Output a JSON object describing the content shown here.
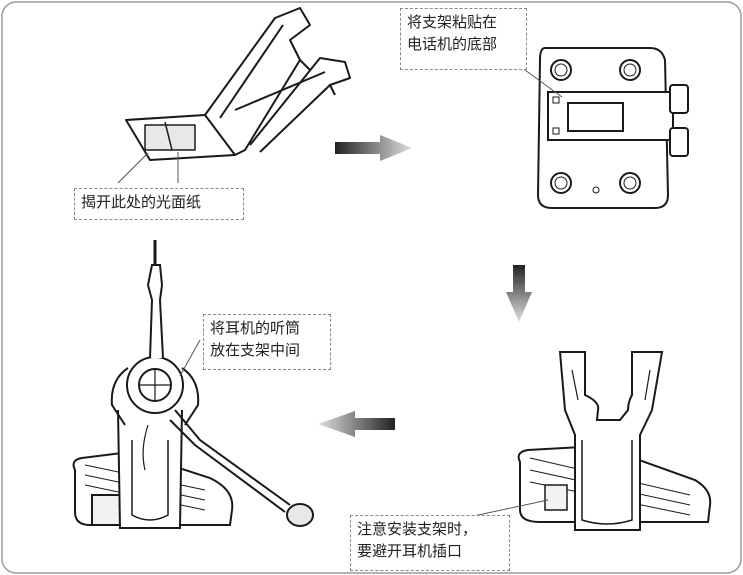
{
  "callouts": {
    "peel_paper": "揭开此处的光面纸",
    "stick_bracket": {
      "line1": "将支架粘贴在",
      "line2": "电话机的底部"
    },
    "place_handset": {
      "line1": "将耳机的听筒",
      "line2": "放在支架中间"
    },
    "avoid_jack": {
      "line1": "注意安装支架时，",
      "line2": "要避开耳机插口"
    }
  },
  "colors": {
    "line": "#1a1a1a",
    "arrow_dark": "#2a2a2a",
    "arrow_light": "#d8d8d8",
    "frame": "#9a9a9a",
    "callout_border": "#8a8a8a"
  },
  "arrows": [
    "arrow-right-icon",
    "arrow-down-icon",
    "arrow-left-icon"
  ]
}
